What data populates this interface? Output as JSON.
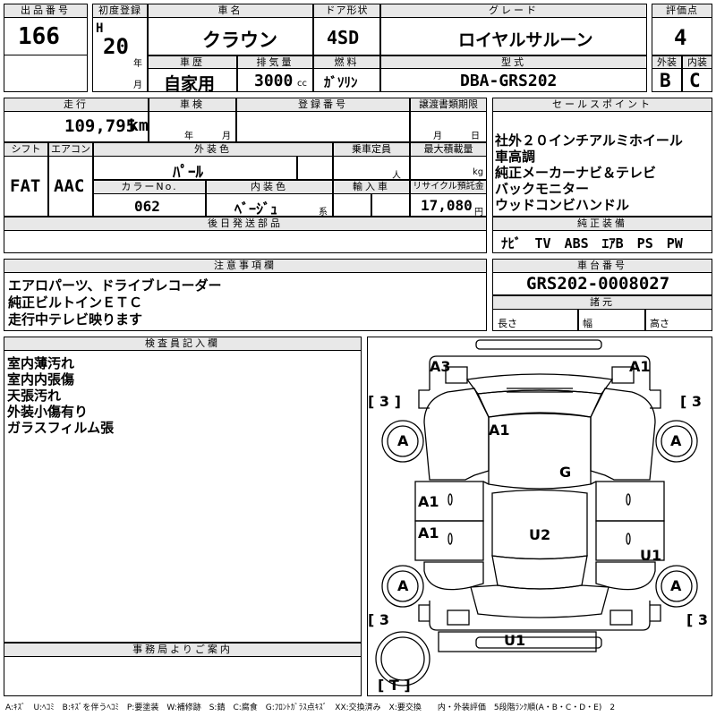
{
  "header": {
    "lot_no_label": "出品番号",
    "lot_no": "166",
    "first_reg_label": "初度登録",
    "era": "H",
    "year": "20",
    "year_unit": "年",
    "month_unit": "月",
    "car_name_label": "車名",
    "car_name": "クラウン",
    "door_label": "ドア形状",
    "door": "4SD",
    "grade_label": "グレード",
    "grade": "ロイヤルサルーン",
    "score_label": "評価点",
    "score": "4",
    "history_label": "車歴",
    "history": "自家用",
    "displacement_label": "排気量",
    "displacement": "3000",
    "displacement_unit": "cc",
    "fuel_label": "燃料",
    "fuel": "ｶﾞｿﾘﾝ",
    "model_label": "型式",
    "model": "DBA-GRS202",
    "exterior_label": "外装",
    "exterior": "B",
    "interior_label": "内装",
    "interior": "C"
  },
  "row2": {
    "mileage_label": "走行",
    "mileage": "109,795",
    "mileage_unit": "km",
    "inspection_label": "車検",
    "insp_year_unit": "年",
    "insp_month_unit": "月",
    "reg_no_label": "登録番号",
    "transfer_label": "譲渡書類期限",
    "transfer_month": "月",
    "transfer_day": "日",
    "shift_label": "シフト",
    "shift": "FAT",
    "aircon_label": "エアコン",
    "aircon": "AAC",
    "ext_color_label": "外装色",
    "ext_color": "ﾊﾟｰﾙ",
    "capacity_label": "乗車定員",
    "capacity_unit": "人",
    "max_load_label": "最大積載量",
    "max_load_unit": "kg",
    "color_no_label": "カラーNo.",
    "color_no": "062",
    "int_color_label": "内装色",
    "int_color": "ﾍﾞｰｼﾞｭ",
    "int_color_unit": "系",
    "import_label": "輸入車",
    "recycle_label": "リサイクル預託金",
    "recycle": "17,080",
    "recycle_unit": "円",
    "later_parts_label": "後日発送部品"
  },
  "sales": {
    "label": "セールスポイント",
    "lines": [
      "社外２０インチアルミホイール",
      "車高調",
      "純正メーカーナビ＆テレビ",
      "バックモニター",
      "ウッドコンビハンドル"
    ],
    "equip_label": "純正装備",
    "equipment": "ﾅﾋﾞ　TV　ABS　ｴｱB　PS　PW"
  },
  "notes": {
    "label": "注意事項欄",
    "lines": [
      "エアロパーツ、ドライブレコーダー",
      "純正ビルトインＥＴＣ",
      "走行中テレビ映ります"
    ]
  },
  "chassis": {
    "label": "車台番号",
    "number": "GRS202-0008027",
    "spec_label": "諸元",
    "length_label": "長さ",
    "width_label": "幅",
    "height_label": "高さ"
  },
  "inspector": {
    "label": "検査員記入欄",
    "lines": [
      "室内薄汚れ",
      "室内内張傷",
      "天張汚れ",
      "外装小傷有り",
      "ガラスフィルム張"
    ]
  },
  "office": {
    "label": "事務局よりご案内"
  },
  "diagram": {
    "labels": {
      "a3": "A3",
      "a1_top_right": "A1",
      "bracket_l_top": "[ 3 ]",
      "bracket_r_top": "[ 3",
      "wheel_fl": "A",
      "wheel_fr": "A",
      "wheel_rl": "A",
      "wheel_rr": "A",
      "roof_a1": "A1",
      "g": "G",
      "a1_left1": "A1",
      "a1_left2": "A1",
      "u2": "U2",
      "u1_right": "U1",
      "bracket_l_bot": "[ 3",
      "bracket_r_bot": "[ 3",
      "u1_bottom": "U1",
      "t": "[ T ]"
    }
  },
  "legend": "A:ｷｽﾞ　U:ﾍｺﾐ　B:ｷｽﾞを伴うﾍｺﾐ　P:要塗装　W:補修跡　S:錆　C:腐食　G:ﾌﾛﾝﾄｶﾞﾗｽ点ｷｽﾞ　XX:交換済み　X:要交換　　内・外装評価　5段階ﾗﾝｸ順(A・B・C・D・E)　2"
}
